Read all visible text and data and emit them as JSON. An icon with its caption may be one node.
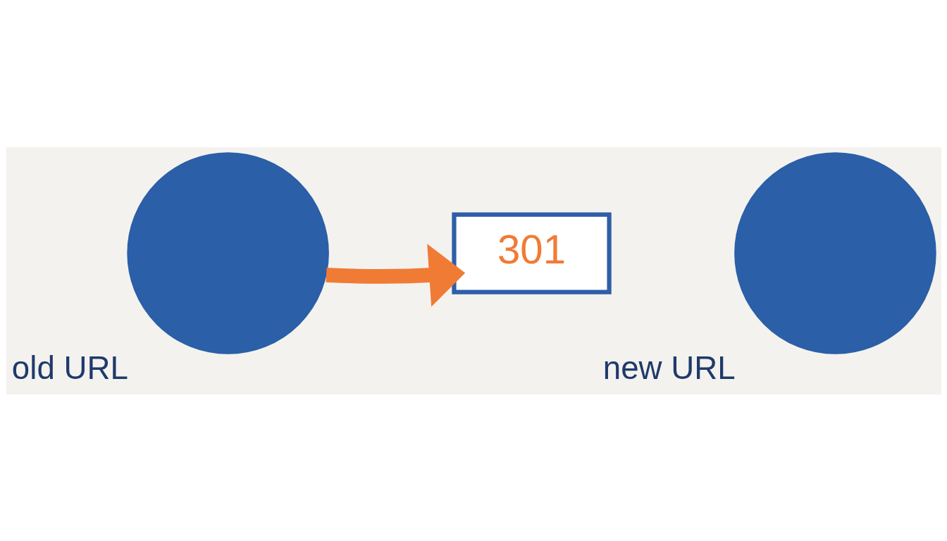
{
  "diagram": {
    "nodes": [
      {
        "text": [],
        "shape": "circle",
        "beside": [
          "old URL"
        ]
      },
      {
        "text": [
          "301"
        ]
      },
      {
        "text": [],
        "shape": "circle",
        "beside": [
          "new URL"
        ]
      }
    ],
    "edges": [
      {
        "from": 0,
        "to": 1,
        "arrow": "to",
        "color": "#f07b35"
      }
    ]
  }
}
